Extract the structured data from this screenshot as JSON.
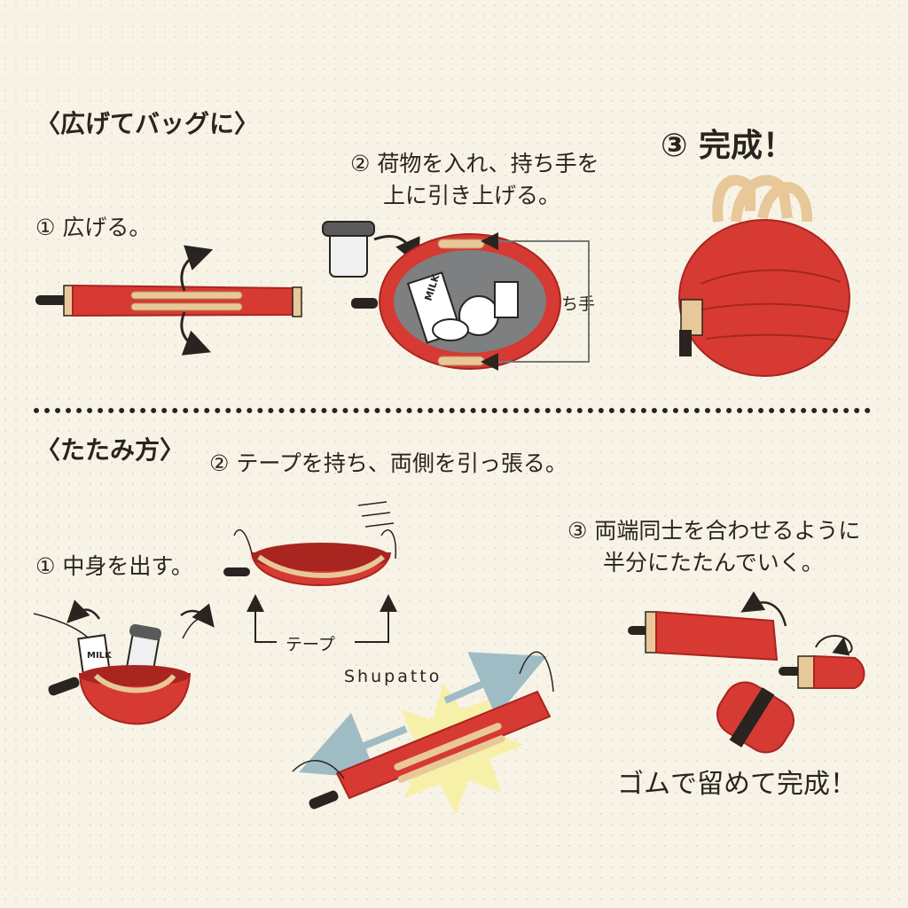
{
  "sections": {
    "open": {
      "title": "〈広げてバッグに〉",
      "step1": "① 広げる。",
      "step2_line1": "② 荷物を入れ、持ち手を",
      "step2_line2": "上に引き上げる。",
      "step3": "③ 完成！",
      "handle_label": "持ち手",
      "milk_label": "MILK"
    },
    "fold": {
      "title": "〈たたみ方〉",
      "step1": "① 中身を出す。",
      "step2": "② テープを持ち、両側を引っ張る。",
      "tape_label": "テープ",
      "brand": "Shupatto",
      "step3_line1": "③ 両端同士を合わせるように",
      "step3_line2": "半分にたたんでいく。",
      "finish": "ゴムで留めて完成！",
      "milk_label": "MILK"
    }
  },
  "colors": {
    "bag_red": "#d63a33",
    "bag_dark": "#a82520",
    "tape_beige": "#e8c898",
    "ink": "#2a2420",
    "burst_yellow": "#f7f0a8",
    "arrow_blue": "#a8c4cc",
    "interior_gray": "#7d7f80"
  },
  "icons": [
    "rotate-arrow-icon",
    "curved-arrow-icon",
    "pull-arrow-icon",
    "bracket-line-icon",
    "burst-icon"
  ]
}
